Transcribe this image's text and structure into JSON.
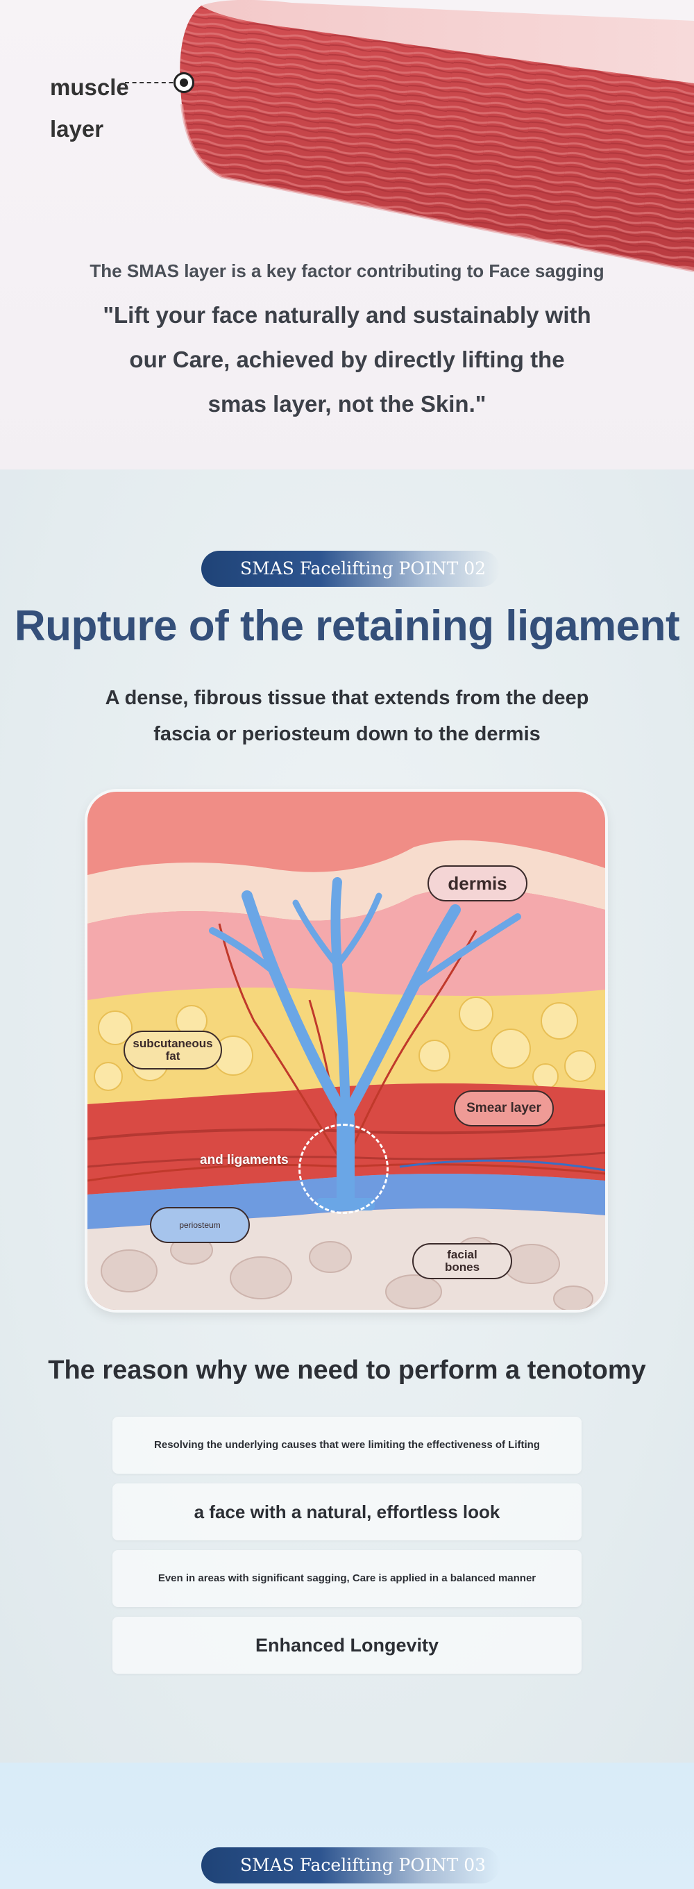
{
  "muscle_section": {
    "label_line1": "muscle",
    "label_line2": "layer",
    "subtitle": "The SMAS layer is a key factor contributing to Face sagging",
    "quote": "\"Lift your face naturally and sustainably with our Care, achieved by directly lifting the smas layer, not the Skin.\""
  },
  "ligament_section": {
    "point_badge": "SMAS Facelifting POINT 02",
    "title": "Rupture of the retaining ligament",
    "description": "A dense, fibrous tissue that extends from the deep fascia or periosteum down to the dermis",
    "illustration": {
      "dermis": "dermis",
      "subcutaneous_fat_line1": "subcutaneous",
      "subcutaneous_fat_line2": "fat",
      "smear_layer": "Smear layer",
      "ligaments": "and ligaments",
      "periosteum": "periosteum",
      "facial_bones_line1": "facial",
      "facial_bones_line2": "bones"
    },
    "reason_title": "The reason why we need to perform a tenotomy",
    "reasons": [
      "Resolving the underlying causes that were limiting the effectiveness of Lifting",
      "a face with a natural, effortless look",
      "Even in areas with significant sagging, Care is applied in a balanced manner",
      "Enhanced Longevity"
    ]
  },
  "next_section": {
    "point_badge": "SMAS Facelifting POINT 03"
  },
  "colors": {
    "title_blue": "#344f7a",
    "badge_navy": "#1f4377",
    "muscle_red": "#c9484b"
  }
}
